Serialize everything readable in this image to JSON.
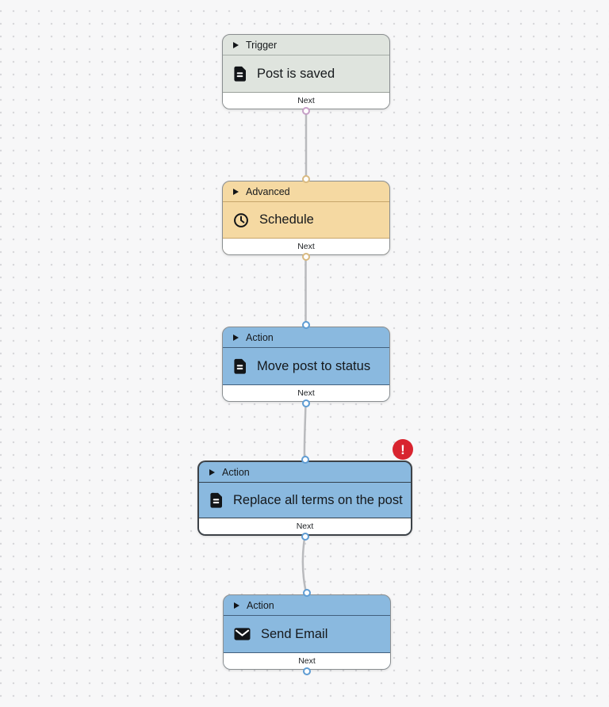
{
  "canvas": {
    "background_color": "#f7f7f8",
    "dot_color": "#d8d8db",
    "edge_color": "#b9babd"
  },
  "colors": {
    "trigger_fill": "#dfe4de",
    "advanced_fill": "#f5d9a2",
    "action_fill": "#8ab9df",
    "footer_fill": "#ffffff",
    "selected_border": "#3d4247",
    "port_trigger": "#c69fc7",
    "port_advanced": "#d9ba81",
    "port_action": "#5e9cd3",
    "error_red": "#d8242f"
  },
  "nodes": [
    {
      "id": "trigger-post-is-saved",
      "type_label": "Trigger",
      "title": "Post is saved",
      "icon": "document-icon",
      "next_label": "Next",
      "has_input_port": false,
      "has_error": false
    },
    {
      "id": "advanced-schedule",
      "type_label": "Advanced",
      "title": "Schedule",
      "icon": "clock-icon",
      "next_label": "Next",
      "has_input_port": true,
      "has_error": false
    },
    {
      "id": "action-move-post-to-status",
      "type_label": "Action",
      "title": "Move post to status",
      "icon": "document-icon",
      "next_label": "Next",
      "has_input_port": true,
      "has_error": false
    },
    {
      "id": "action-replace-all-terms-on-the-post",
      "type_label": "Action",
      "title": "Replace all terms on the post",
      "icon": "document-icon",
      "next_label": "Next",
      "has_input_port": true,
      "has_error": true,
      "selected": true,
      "error_badge": "!"
    },
    {
      "id": "action-send-email",
      "type_label": "Action",
      "title": "Send Email",
      "icon": "envelope-icon",
      "next_label": "Next",
      "has_input_port": true,
      "has_error": false
    }
  ],
  "edges": [
    {
      "from": "trigger-post-is-saved",
      "to": "advanced-schedule"
    },
    {
      "from": "advanced-schedule",
      "to": "action-move-post-to-status"
    },
    {
      "from": "action-move-post-to-status",
      "to": "action-replace-all-terms-on-the-post"
    },
    {
      "from": "action-replace-all-terms-on-the-post",
      "to": "action-send-email"
    }
  ]
}
